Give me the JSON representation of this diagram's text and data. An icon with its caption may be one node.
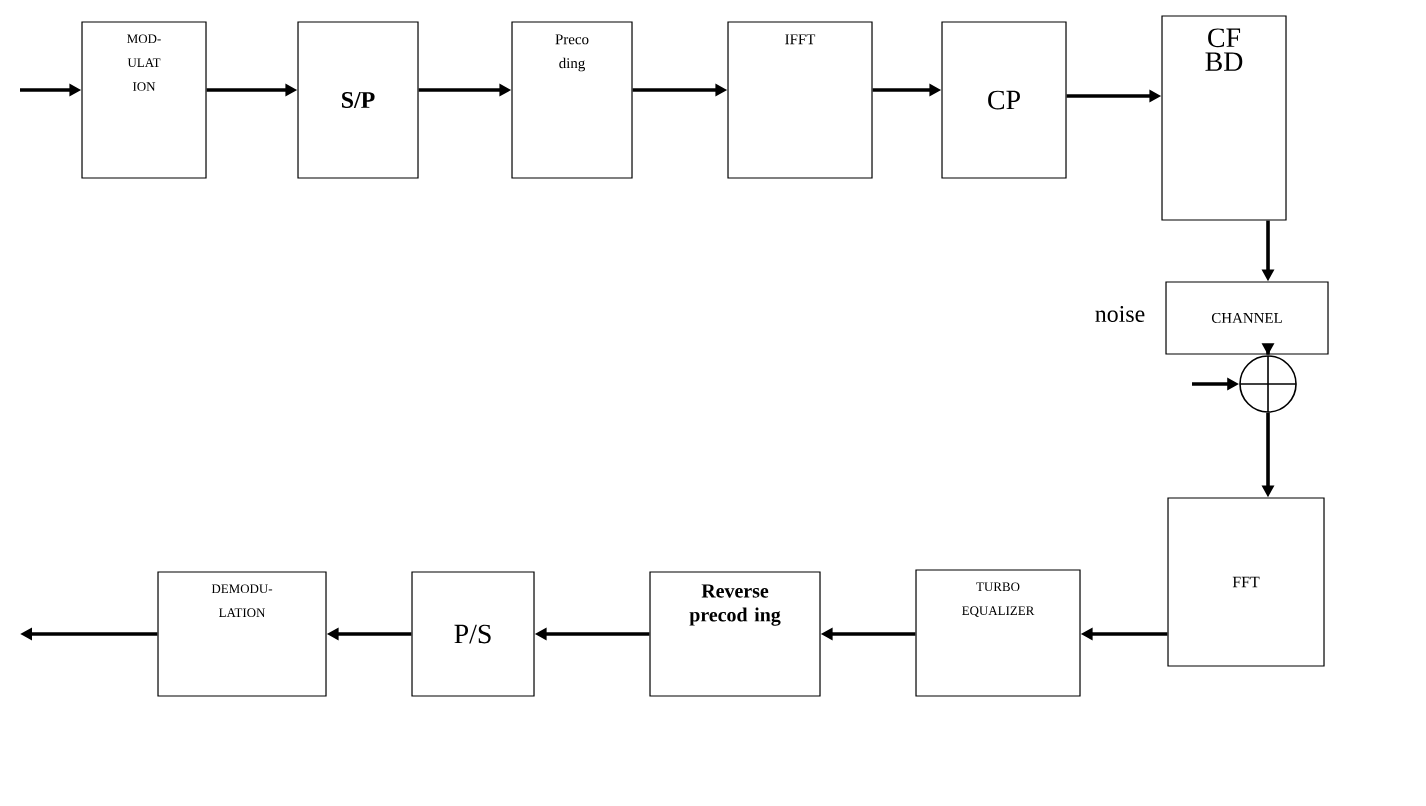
{
  "diagram": {
    "nodes": [
      {
        "text": [
          "MOD- ULAT ION"
        ]
      },
      {
        "text": [
          "S/P"
        ]
      },
      {
        "text": [
          "Preco ding"
        ]
      },
      {
        "text": [
          "IFFT"
        ]
      },
      {
        "text": [
          "CP"
        ]
      },
      {
        "text": [
          "CF BD"
        ]
      },
      {
        "text": [
          "CHANNEL"
        ]
      },
      {
        "text": [],
        "shape": "circle"
      },
      {
        "text": [
          "FFT"
        ]
      },
      {
        "text": [
          "TURBO EQUALIZER"
        ]
      },
      {
        "text": [
          "Reverse precod ing"
        ]
      },
      {
        "text": [
          "P/S"
        ]
      },
      {
        "text": [
          "DEMODU- LATION"
        ]
      }
    ],
    "edges": [
      {
        "from": null,
        "to": 0,
        "arrow": "to"
      },
      {
        "from": 0,
        "to": 1,
        "arrow": "to"
      },
      {
        "from": 1,
        "to": 2,
        "arrow": "to"
      },
      {
        "from": 2,
        "to": 3,
        "arrow": "to"
      },
      {
        "from": 3,
        "to": 4,
        "arrow": "to"
      },
      {
        "from": 4,
        "to": 5,
        "arrow": "to"
      },
      {
        "from": 5,
        "to": 6,
        "arrow": "to"
      },
      {
        "from": 6,
        "to": 7,
        "arrow": "to"
      },
      {
        "from": null,
        "to": 7,
        "arrow": "to"
      },
      {
        "from": 7,
        "to": 8,
        "arrow": "to"
      },
      {
        "from": 8,
        "to": 9,
        "arrow": "to"
      },
      {
        "from": 9,
        "to": 10,
        "arrow": "to"
      },
      {
        "from": 10,
        "to": 11,
        "arrow": "to"
      },
      {
        "from": 11,
        "to": 12,
        "arrow": "to"
      },
      {
        "from": 12,
        "to": null,
        "arrow": "to"
      }
    ],
    "labels": [
      "noise"
    ]
  }
}
